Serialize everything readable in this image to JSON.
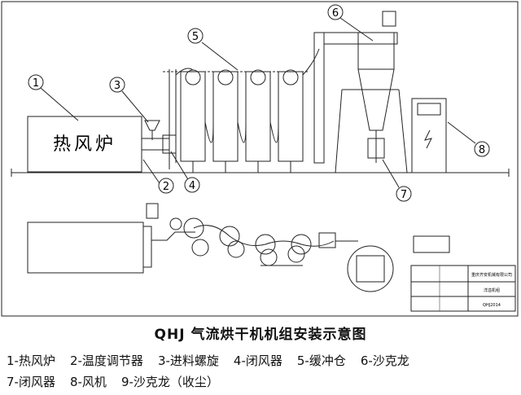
{
  "drawing": {
    "furnace_label": "热风炉",
    "callouts": [
      "1",
      "2",
      "3",
      "4",
      "5",
      "6",
      "7",
      "8"
    ],
    "title_block": {
      "company": "重庆齐安机械有限公司",
      "drawing_name": "洋溢机组",
      "drawing_no": "QHJ2014"
    }
  },
  "caption": {
    "title": "QHJ 气流烘干机机组安装示意图",
    "legend": [
      "1-热风炉",
      "2-温度调节器",
      "3-进料螺旋",
      "4-闭风器",
      "5-缓冲仓",
      "6-沙克龙",
      "7-闭风器",
      "8-风机",
      "9-沙克龙（收尘）"
    ]
  }
}
